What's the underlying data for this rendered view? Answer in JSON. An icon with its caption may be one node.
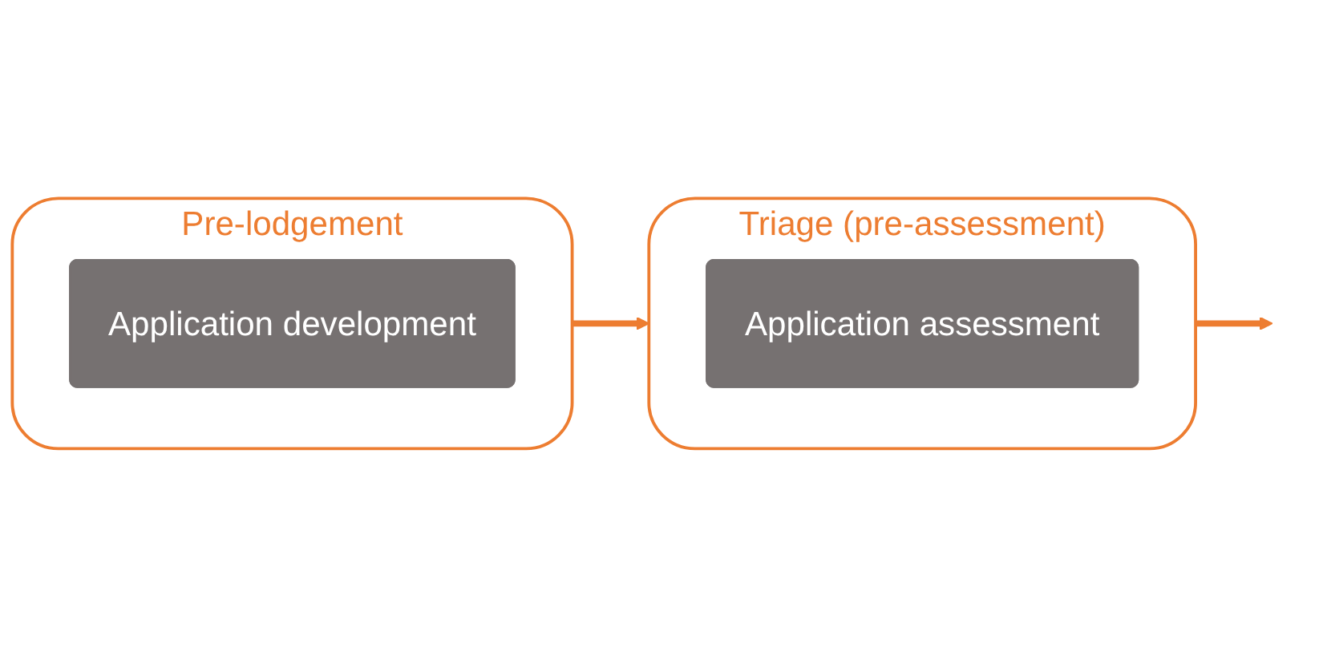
{
  "diagram": {
    "nodes": [
      {
        "text": [
          "Pre-lodgement"
        ]
      },
      {
        "text": [
          "Application development"
        ],
        "in": 0
      },
      {
        "text": [
          "Triage (pre-assessment)"
        ]
      },
      {
        "text": [
          "Application assessment"
        ],
        "in": 2
      }
    ],
    "edges": [
      {
        "from": 0,
        "to": 2,
        "arrow": "to"
      },
      {
        "from": 2,
        "to": null,
        "arrow": "to"
      }
    ]
  }
}
